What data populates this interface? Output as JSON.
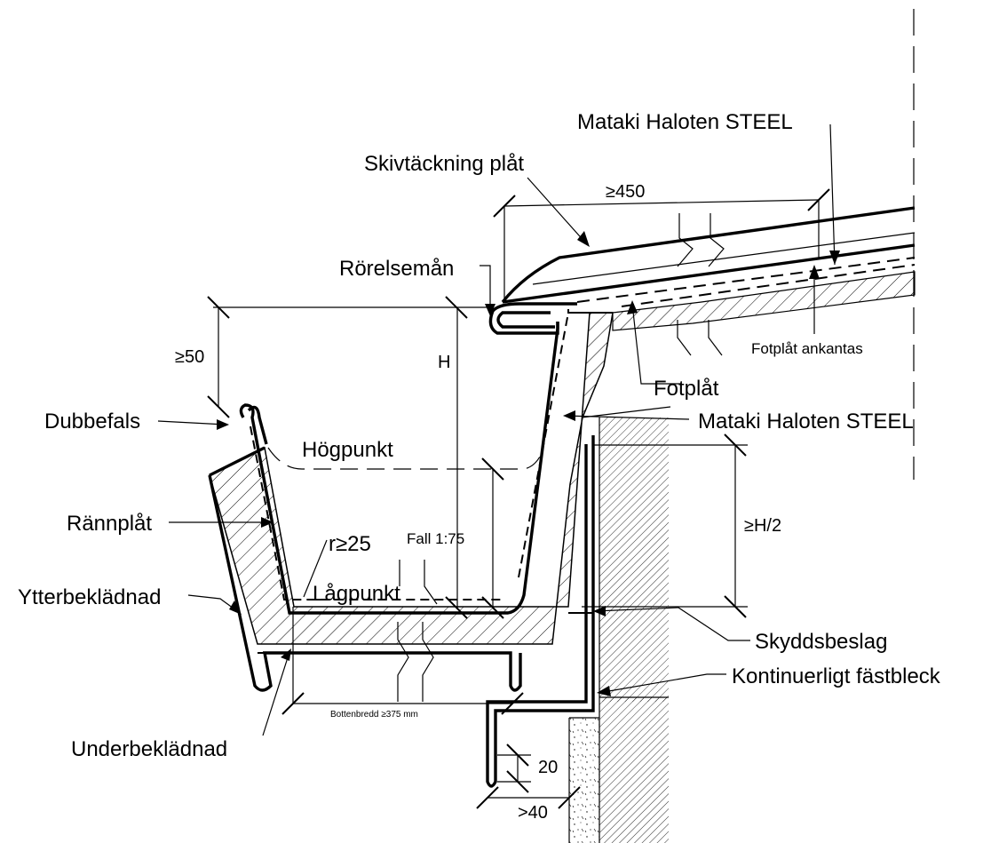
{
  "labels": {
    "mataki_top": "Mataki Haloten STEEL",
    "skivtackning": "Skivtäckning plåt",
    "dim_450": "≥450",
    "rorelseman": "Rörelsemån",
    "fotplat_ankantas": "Fotplåt ankantas",
    "dim_50": "≥50",
    "dim_H": "H",
    "fotplat": "Fotplåt",
    "dubbefals": "Dubbefals",
    "mataki_side": "Mataki Haloten STEEL",
    "hogpunkt": "Högpunkt",
    "rannplat": "Rännplåt",
    "r25": "r≥25",
    "fall": "Fall 1:75",
    "dim_H2": "≥H/2",
    "ytterbekladnad": "Ytterbeklädnad",
    "lagpunkt": "Lågpunkt",
    "skyddsbeslag": "Skyddsbeslag",
    "kontinuerligt": "Kontinuerligt fästbleck",
    "bottenbredd": "Bottenbredd ≥375 mm",
    "underbekladnad": "Underbeklädnad",
    "dim_20": "20",
    "dim_40": ">40"
  }
}
